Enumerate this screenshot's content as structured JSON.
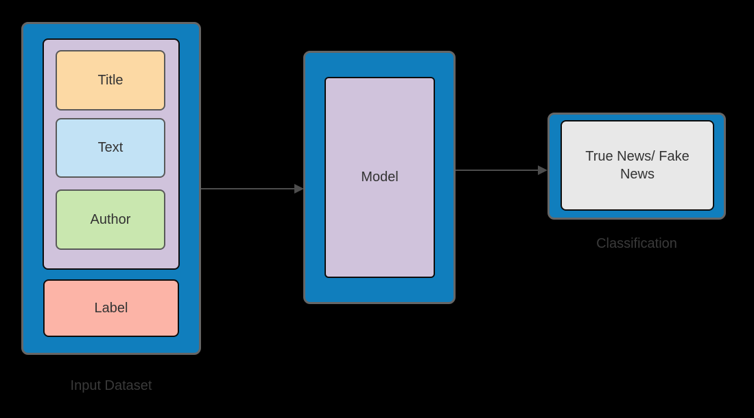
{
  "diagram": {
    "input_dataset": {
      "caption": "Input Dataset",
      "fields": [
        {
          "label": "Title"
        },
        {
          "label": "Text"
        },
        {
          "label": "Author"
        }
      ],
      "label_field": {
        "label": "Label"
      }
    },
    "model": {
      "label": "Model"
    },
    "classification": {
      "label": "True News/ Fake News",
      "caption": "Classification"
    },
    "edges": [
      {
        "from": "input-dataset-group",
        "to": "model-group"
      },
      {
        "from": "model-group",
        "to": "classification-group"
      }
    ]
  },
  "colors": {
    "background": "#000000",
    "group_fill": "#107EBD",
    "group_stroke": "#666666",
    "purple_fill": "#D0C3DC",
    "orange_fill": "#FCD9A4",
    "lightblue_fill": "#C2E2F5",
    "green_fill": "#C9E7AF",
    "salmon_fill": "#FCB4A7",
    "classification_fill": "#E8E8E8",
    "node_text": "#333333",
    "caption_text": "#3A3A3A",
    "arrow": "#4D4D4D"
  }
}
